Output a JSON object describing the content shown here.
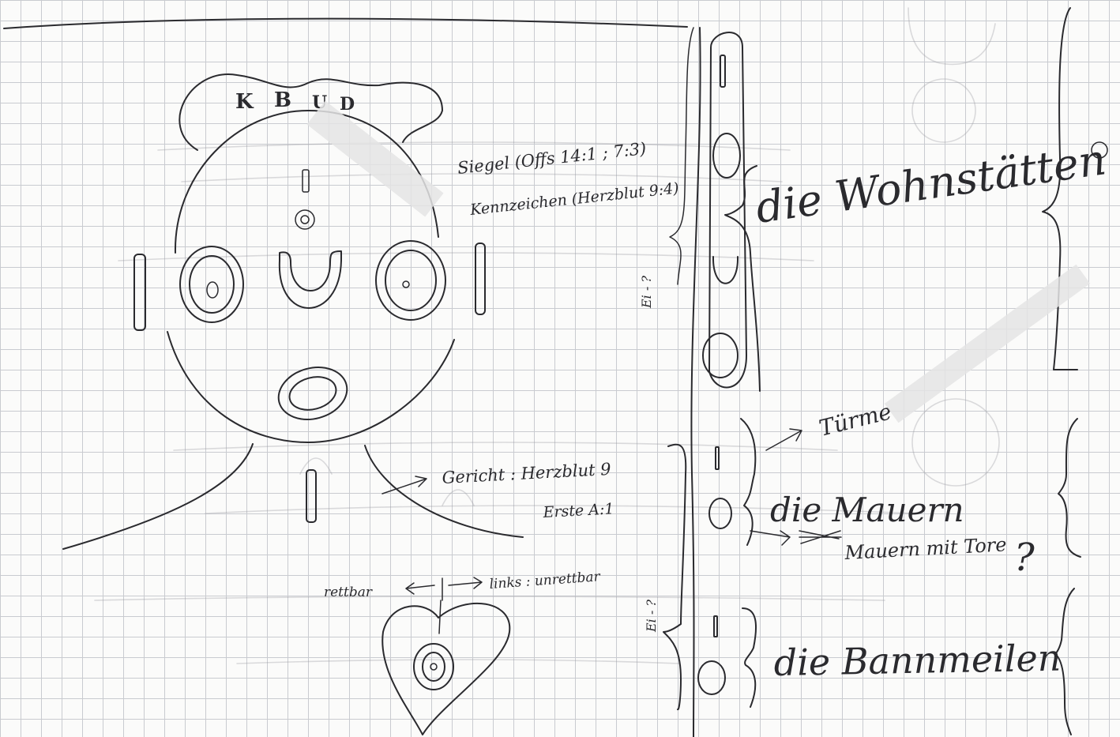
{
  "crown_letters": [
    "K",
    "B",
    "U",
    "D"
  ],
  "notes": {
    "siegel": "Siegel (Offs 14:1 ; 7:3)",
    "kennzeichen": "Kennzeichen (Herzblut 9:4)",
    "gericht": "Gericht : Herzblut 9",
    "erste": "Erste A:1",
    "rettbar": "rettbar",
    "links": "links : unrettbar",
    "vertical_mark_1": "Ei - ?",
    "vertical_mark_2": "Ei - ?"
  },
  "labels": {
    "wohnstaetten": "die Wohnstätten",
    "tuerme": "Türme",
    "mauern": "die Mauern",
    "mauern_tore": "Mauern mit Tore",
    "bannmeilen": "die Bannmeilen",
    "question": "?"
  },
  "glyphs": {
    "one": "I",
    "zero": "O",
    "u": "U"
  }
}
